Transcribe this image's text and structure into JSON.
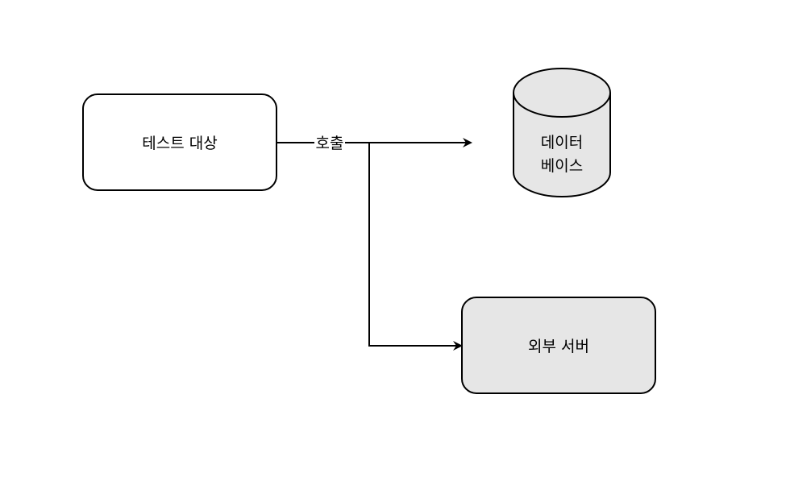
{
  "diagram": {
    "nodes": {
      "test_target": {
        "label": "테스트 대상",
        "fill": "#ffffff"
      },
      "database": {
        "label_line1": "데이터",
        "label_line2": "베이스",
        "fill": "#e6e6e6"
      },
      "external_server": {
        "label": "외부 서버",
        "fill": "#e6e6e6"
      }
    },
    "edges": {
      "call": {
        "label": "호출",
        "from": "테스트 대상",
        "to": [
          "데이터베이스",
          "외부 서버"
        ]
      }
    },
    "colors": {
      "stroke": "#000000",
      "background": "#ffffff"
    }
  }
}
